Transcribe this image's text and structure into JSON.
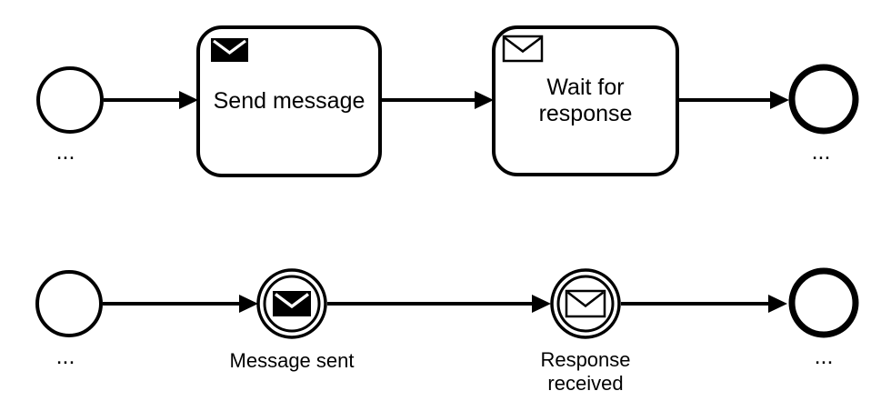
{
  "diagram": {
    "type": "bpmn-message-flow-comparison",
    "colors": {
      "stroke": "#000000",
      "shape_fill": "#ffffff",
      "icon_fill": "#000000",
      "background": "#ffffff"
    },
    "rows": [
      {
        "id": "task-based-flow",
        "start_event": {
          "label": "..."
        },
        "send_task": {
          "label": "Send message",
          "icon": "message-filled-icon"
        },
        "receive_task": {
          "label": "Wait for response",
          "icon": "message-outline-icon"
        },
        "end_event": {
          "label": "..."
        }
      },
      {
        "id": "event-based-flow",
        "start_event": {
          "label": "..."
        },
        "message_throw_event": {
          "label": "Message sent",
          "icon": "message-filled-icon"
        },
        "message_catch_event": {
          "label": "Response received",
          "icon": "message-outline-icon"
        },
        "end_event": {
          "label": "..."
        }
      }
    ]
  }
}
